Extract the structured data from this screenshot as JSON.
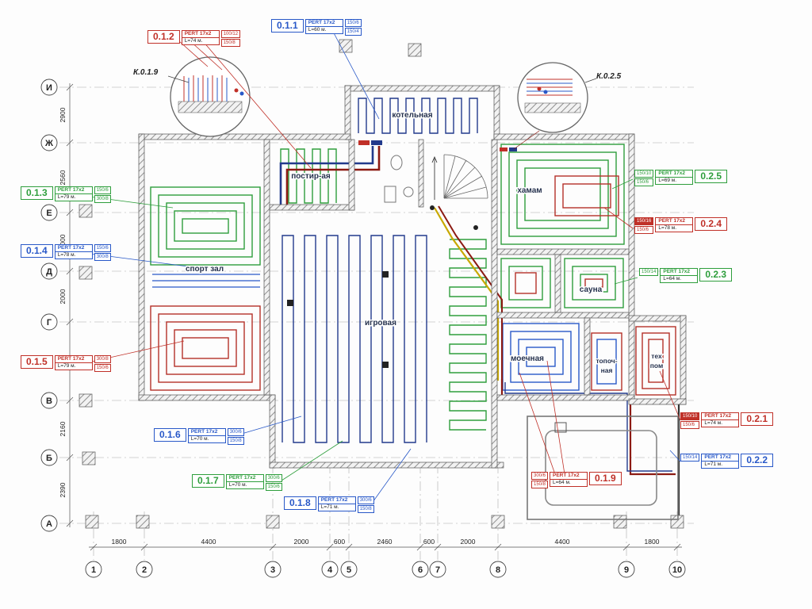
{
  "details": {
    "left": "К.0.1.9",
    "right": "К.0.2.5"
  },
  "rooms": {
    "boiler": "котельная",
    "laundry": "постир-ая",
    "hammam": "хамам",
    "gym": "спорт зал",
    "sauna": "сауна",
    "playroom": "игровая",
    "washing": "моечная",
    "furnace1": "топоч-",
    "furnace2": "ная",
    "tech1": "тех",
    "tech2": "пом"
  },
  "axes": {
    "rows": [
      "И",
      "Ж",
      "Е",
      "Д",
      "Г",
      "В",
      "Б",
      "А"
    ],
    "row_dims": [
      "2900",
      "2560",
      "2000",
      "2000",
      "2160",
      "2390"
    ],
    "cols": [
      "1",
      "2",
      "3",
      "4",
      "5",
      "6",
      "7",
      "8",
      "9",
      "10"
    ],
    "col_dims": [
      "1800",
      "4400",
      "2000",
      "600",
      "2460",
      "600",
      "2000",
      "4400",
      "1800"
    ]
  },
  "colors": {
    "red": "#c03028",
    "green": "#2e9e3c",
    "blue": "#2858c8",
    "navy": "#223a8c"
  },
  "callouts": {
    "c012": {
      "id": "0.1.2",
      "pipe": "PERT 17x2",
      "len": "L=74 м.",
      "r1": "100/12",
      "r2": "150/8"
    },
    "c011": {
      "id": "0.1.1",
      "pipe": "PERT 17x2",
      "len": "L=60 м.",
      "r1": "150/6",
      "r2": "150/4"
    },
    "c013": {
      "id": "0.1.3",
      "pipe": "PERT 17x2",
      "len": "L=79 м.",
      "r1": "150/6",
      "r2": "300/8"
    },
    "c014": {
      "id": "0.1.4",
      "pipe": "PERT 17x2",
      "len": "L=78 м.",
      "r1": "150/6",
      "r2": "300/8"
    },
    "c015": {
      "id": "0.1.5",
      "pipe": "PERT 17x2",
      "len": "L=79 м.",
      "r1": "300/8",
      "r2": "150/6"
    },
    "c016": {
      "id": "0.1.6",
      "pipe": "PERT 17x2",
      "len": "L=70 м.",
      "r1": "300/6",
      "r2": "150/8"
    },
    "c017": {
      "id": "0.1.7",
      "pipe": "PERT 17x2",
      "len": "L=70 м.",
      "r1": "300/6",
      "r2": "150/6"
    },
    "c018": {
      "id": "0.1.8",
      "pipe": "PERT 17x2",
      "len": "L=71 м.",
      "r1": "300/6",
      "r2": "150/8"
    },
    "c019": {
      "id": "0.1.9",
      "pipe": "PERT 17x2",
      "len": "L=64 м.",
      "r1": "300/6",
      "r2": "150/8"
    },
    "c025": {
      "id": "0.2.5",
      "pipe": "PERT 17x2",
      "len": "L=69 м.",
      "r1": "150/10",
      "r2": "150/6"
    },
    "c024": {
      "id": "0.2.4",
      "pipe": "PERT 17x2",
      "len": "L=78 м.",
      "r1": "150/16",
      "r2": "150/6"
    },
    "c023": {
      "id": "0.2.3",
      "pipe": "PERT 17x2",
      "len": "L=64 м.",
      "r1": "150/14",
      "r2": ""
    },
    "c021": {
      "id": "0.2.1",
      "pipe": "PERT 17x2",
      "len": "L=74 м.",
      "r1": "150/10",
      "r2": "150/6"
    },
    "c022": {
      "id": "0.2.2",
      "pipe": "PERT 17x2",
      "len": "L=71 м.",
      "r1": "150/14",
      "r2": ""
    }
  }
}
